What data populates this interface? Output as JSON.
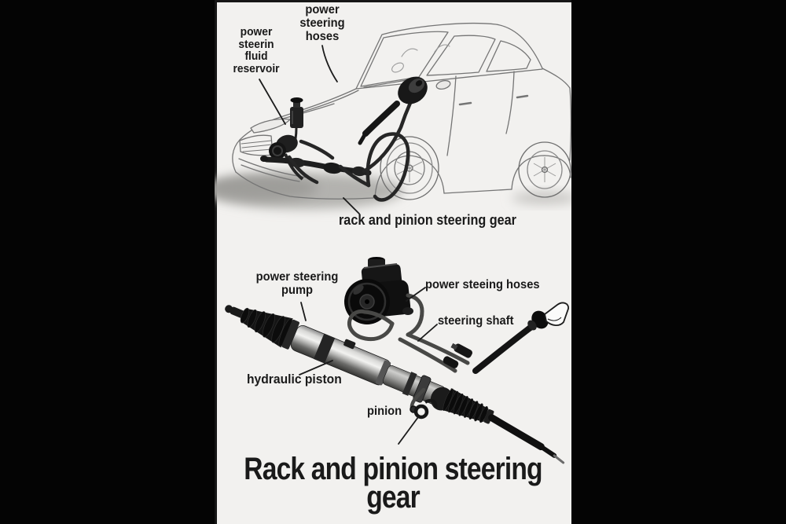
{
  "figure": {
    "kind": "labeled automotive technical illustration",
    "subject": "Power steering system: car overview (top) and rack and pinion steering gear detail (bottom)",
    "background_color": "#000000",
    "panel_color": "#f2f1ef",
    "text_color": "#1a1a1a"
  },
  "top_diagram": {
    "description": "line drawing of a sedan with power steering components highlighted under the hood",
    "labels": {
      "hoses": {
        "l1": "power",
        "l2": "steering",
        "l3": "hoses"
      },
      "reservoir": {
        "l1": "power",
        "l2": "steerin",
        "l3": "fluid",
        "l4": "reservoir"
      },
      "rack_gear": {
        "l1": "rack and pinion steering gear"
      }
    }
  },
  "bottom_diagram": {
    "description": "detailed shaded drawing of a rack and pinion steering gear assembly with pump, hoses and shaft",
    "labels": {
      "pump": {
        "l1": "power steering",
        "l2": "pump"
      },
      "hoses": {
        "l1": "power steeing hoses"
      },
      "steering_shaft": {
        "l1": "steering shaft"
      },
      "hydraulic_piston": {
        "l1": "hydraulic piston"
      },
      "pinion": {
        "l1": "pinion"
      }
    },
    "title": {
      "l1": "Rack and pinion steering",
      "l2": "gear"
    }
  }
}
